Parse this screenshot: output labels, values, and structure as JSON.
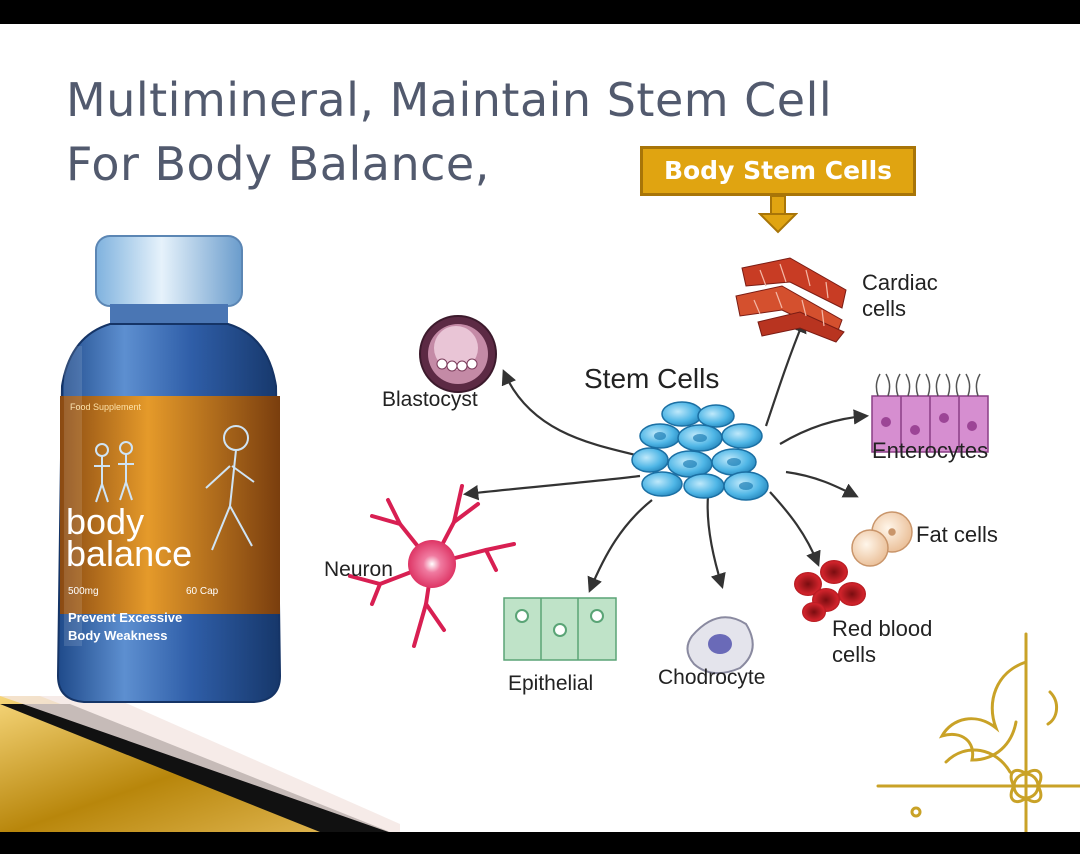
{
  "slide": {
    "title_line1": "Multimineral, Maintain Stem Cell",
    "title_line2": "For Body Balance,",
    "callout_label": "Body Stem Cells"
  },
  "diagram": {
    "center_label": "Stem Cells",
    "cells": {
      "cardiac_line1": "Cardiac",
      "cardiac_line2": "cells",
      "blastocyst": "Blastocyst",
      "enterocytes": "Enterocytes",
      "fat_cells": "Fat cells",
      "neuron": "Neuron",
      "red_blood_line1": "Red blood",
      "red_blood_line2": "cells",
      "epithelial": "Epithelial",
      "chodrocyte": "Chodrocyte"
    }
  },
  "product": {
    "category": "Food Supplement",
    "brand_line1": "body",
    "brand_line2": "balance",
    "dose": "500mg",
    "count": "60 Cap",
    "claim_line1": "Prevent Excessive",
    "claim_line2": "Body Weakness"
  },
  "colors": {
    "title": "#525a6e",
    "callout_fill": "#e0a411",
    "callout_border": "#a87508",
    "stem_cell": "#4fb6e6",
    "label_band": "#d88a1a",
    "gold": "#c9a227"
  }
}
